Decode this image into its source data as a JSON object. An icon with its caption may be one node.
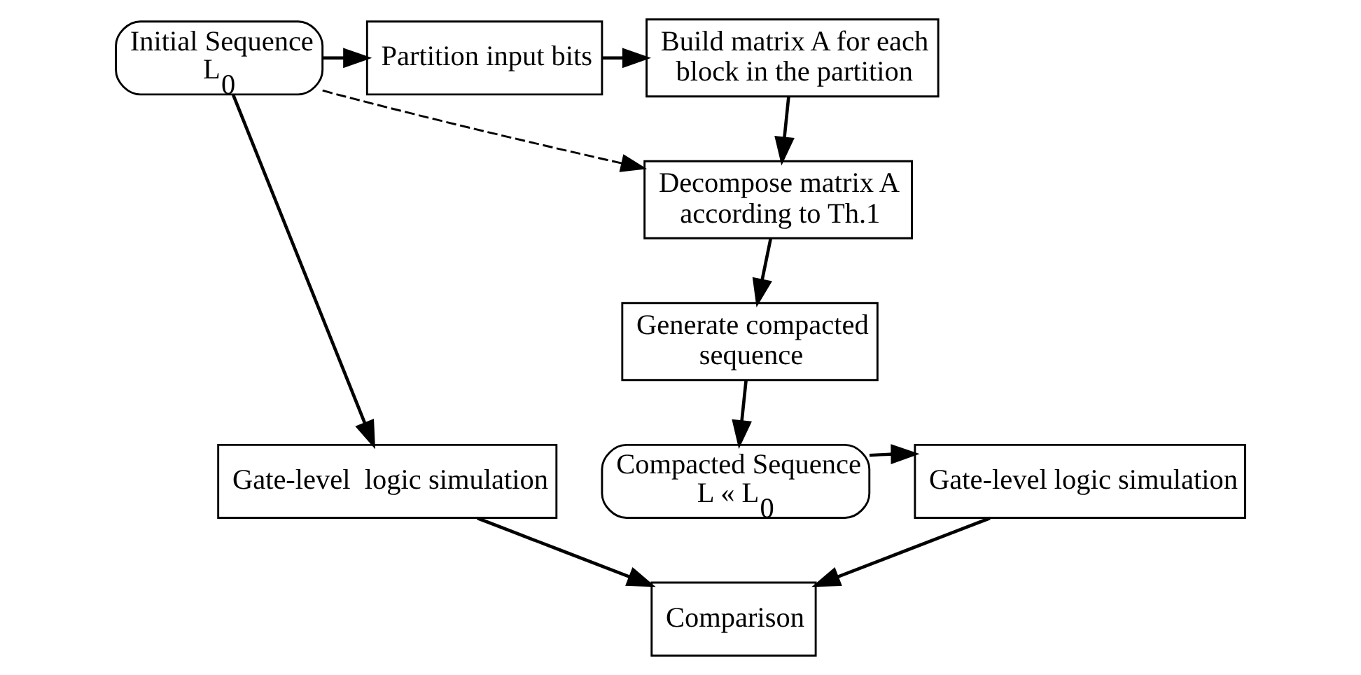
{
  "diagram": {
    "nodes": [
      {
        "text": [
          "Initial Sequence L$_{0}$"
        ]
      },
      {
        "text": [
          "Partition input bits"
        ]
      },
      {
        "text": [
          "Build matrix A for each block in the partition"
        ]
      },
      {
        "text": [
          "Decompose matrix A according to Th.1"
        ]
      },
      {
        "text": [
          "Generate compacted sequence"
        ]
      },
      {
        "text": [
          "Compacted Sequence L « L$_{0}$"
        ]
      },
      {
        "text": [
          "Gate-level  logic simulation"
        ]
      },
      {
        "text": [
          "Gate-level logic simulation"
        ]
      },
      {
        "text": [
          "Comparison"
        ]
      }
    ],
    "edges": [
      {
        "from": 0,
        "to": 1,
        "arrow": "to"
      },
      {
        "from": 1,
        "to": 2,
        "arrow": "to"
      },
      {
        "from": 2,
        "to": 3,
        "arrow": "to"
      },
      {
        "from": 0,
        "to": 3,
        "arrow": "to",
        "style": "dashed"
      },
      {
        "from": 3,
        "to": 4,
        "arrow": "to"
      },
      {
        "from": 4,
        "to": 5,
        "arrow": "to"
      },
      {
        "from": 5,
        "to": 7,
        "arrow": "to"
      },
      {
        "from": 0,
        "to": 6,
        "arrow": "to"
      },
      {
        "from": 6,
        "to": 8,
        "arrow": "to"
      },
      {
        "from": 7,
        "to": 8,
        "arrow": "to"
      }
    ]
  }
}
